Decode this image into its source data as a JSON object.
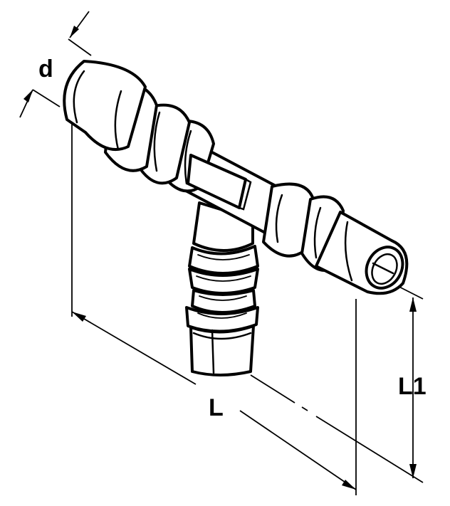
{
  "diagram": {
    "labels": {
      "diameter": "d",
      "length": "L",
      "branch_length": "L1"
    },
    "colors": {
      "ink": "#000000",
      "paper": "#ffffff"
    }
  }
}
